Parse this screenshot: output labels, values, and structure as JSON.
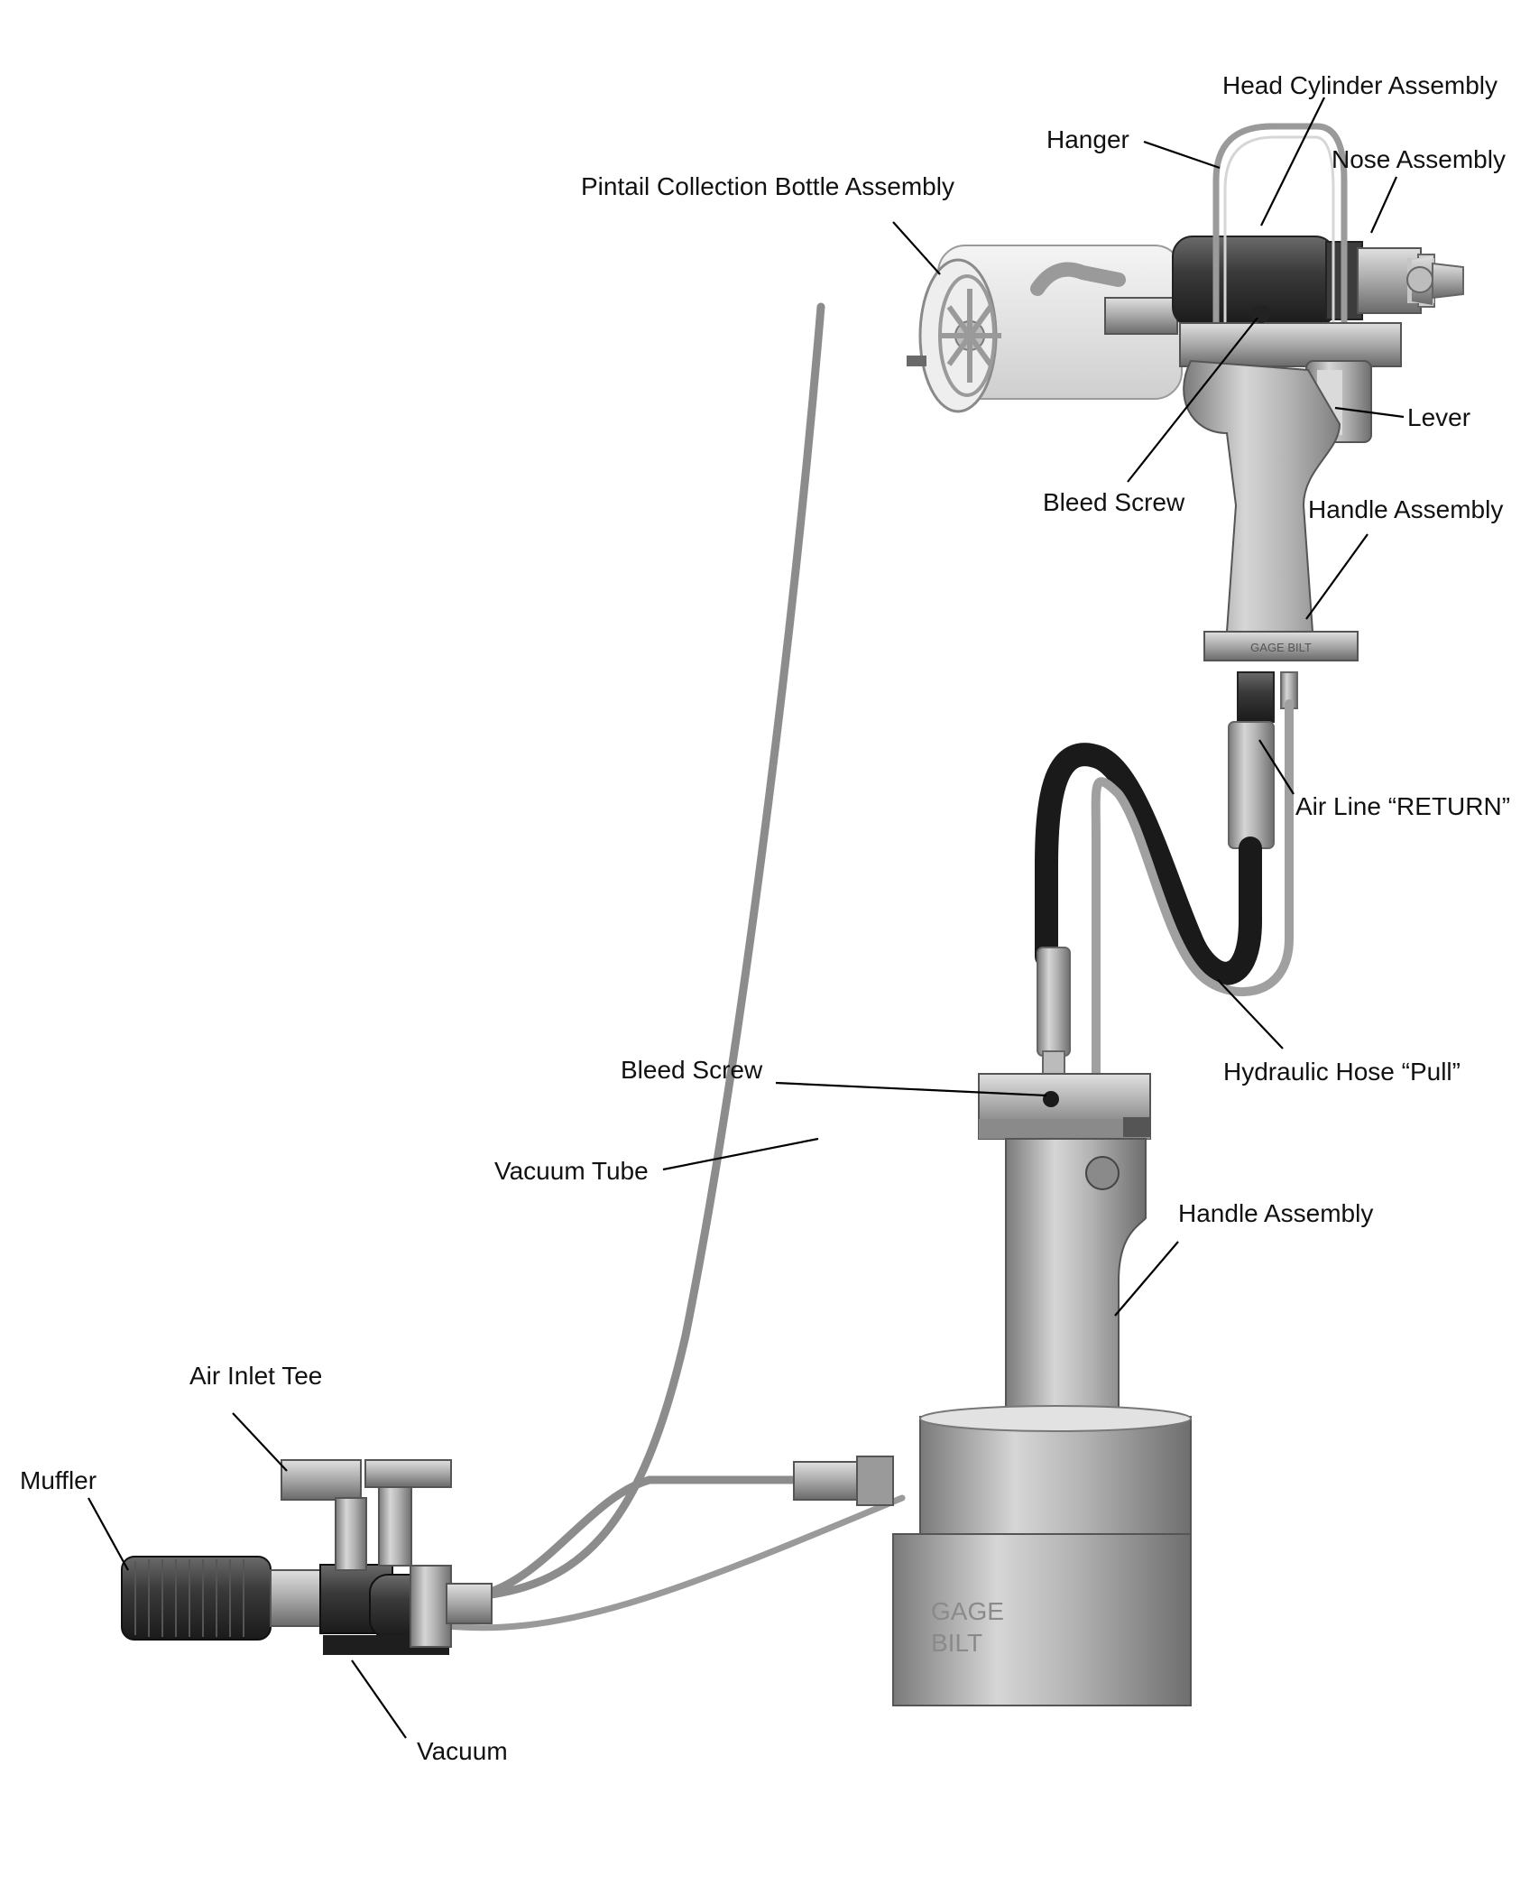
{
  "labels": {
    "head_cylinder_assembly": "Head Cylinder Assembly",
    "hanger": "Hanger",
    "nose_assembly": "Nose Assembly",
    "pintail_collection_bottle_assembly": "Pintail Collection Bottle Assembly",
    "lever": "Lever",
    "bleed_screw_top": "Bleed Screw",
    "handle_assembly_top": "Handle Assembly",
    "air_line_return": "Air Line “RETURN”",
    "bleed_screw_lower": "Bleed Screw",
    "hydraulic_hose_pull": "Hydraulic Hose “Pull”",
    "vacuum_tube": "Vacuum Tube",
    "handle_assembly_lower": "Handle Assembly",
    "air_inlet_tee": "Air Inlet Tee",
    "muffler": "Muffler",
    "vacuum": "Vacuum"
  },
  "colors": {
    "metal_light": "#c9c9c9",
    "metal_mid": "#9a9a9a",
    "metal_dark": "#4a4a4a",
    "hose_black": "#1a1a1a",
    "tube_grey": "#8c8c8c"
  }
}
